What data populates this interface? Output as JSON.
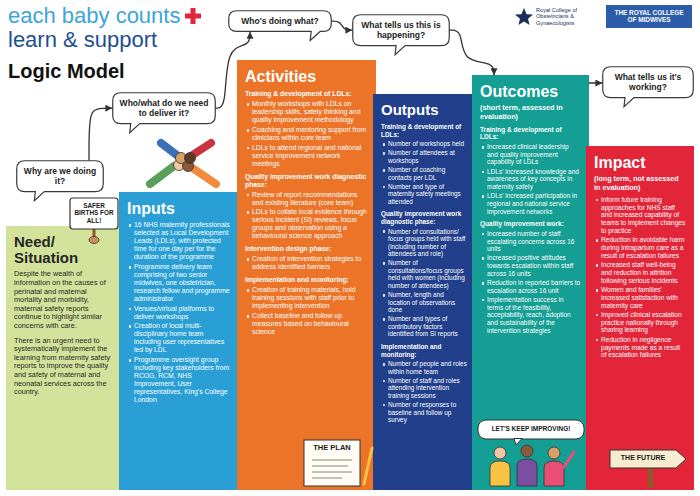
{
  "diagram": {
    "title": "each baby counts learn & support",
    "nodes": [
      {
        "text": [
          "Why are we doing it?"
        ]
      },
      {
        "text": [
          "Need/ Situation",
          "Despite the wealth of information on the causes of perinatal and maternal mortality and morbidity, maternal safety reports continue to highlight similar concerns with care.",
          "There is an urgent need to systematically implement the learning from maternity safety reports to improve the quality and safety of maternal and neonatal services across the country."
        ]
      },
      {
        "text": [
          "Who/what do we need to deliver it?"
        ]
      },
      {
        "text": [
          "Inputs",
          "16 NHS maternity professionals selected as Local Development Leads (LDLs), with protected time for one day per for the duration of the programme",
          "Programme delivery team comprising of two senior midwives, one obstetrician, research fellow and programme administrator",
          "Venues/virtual platforms to deliver workshops",
          "Creation of local multi-disciplinary home team including user representatives led by LDL",
          "Programme oversight group including key stakeholders from RCOG, RCM, NHS Improvement, User representatives, King's College London"
        ]
      },
      {
        "text": [
          "Who's doing what?"
        ]
      },
      {
        "text": [
          "Activities",
          "Training & development of LDLs:",
          "Monthly workshops with LDLs on leadership skills, safety thinking and quality improvement methodology",
          "Coaching and mentoring support from clinicians within core team",
          "LDLs to attend regional and national service improvement network meetings",
          "Quality improvement work diagnostic phase:",
          "Review of report recommendations and existing literature (core team)",
          "LDLs to collate local evidence through serious incident (SI) reviews, focus groups and observation using a behavioural science approach",
          "Intervention design phase:",
          "Creation of intervention strategies to address identified barriers",
          "Implementation and monitoring:",
          "Creation of training materials, hold training sessions with staff prior to implementing intervention",
          "Collect baseline and follow up measures based on behavioural science"
        ]
      },
      {
        "text": [
          "What tells us this is happening?"
        ]
      },
      {
        "text": [
          "Outputs",
          "Training & development of LDLs:",
          "Number of workshops held",
          "Number of attendees at workshops",
          "Number of coaching contacts per LDL",
          "Number and type of maternity safety meetings attended",
          "Quality improvement work diagnostic phase:",
          "Number of consultations/ focus groups held with staff (including number of attendees and role)",
          "Number of consultations/focus groups held with women (including number of attendees)",
          "Number, length and location of observations done",
          "Number and types of contributory factors identified from SI reports",
          "Implementation and monitoring:",
          "Number of people and roles within home team",
          "Number of staff and roles attending intervention training sessions",
          "Number of responses to baseline and follow up survey"
        ]
      },
      {
        "text": [
          "Outcomes",
          "(short term, assessed in evaluation)",
          "Training & development of LDLs:",
          "Increased clinical leadership and quality improvement capability of LDLs",
          "LDLs' increased knowledge and awareness of key concepts in maternity safety",
          "LDLs' increased participation in regional and national service improvement networks",
          "Quality improvement work:",
          "Increased number of staff escalating concerns across 16 units",
          "Increased positive attitudes towards escalation within staff across 16 units",
          "Reduction in reported barriers to escalation across 16 unit",
          "Implementation success in terms of the feasibility, acceptability, reach, adoption and sustainability of the intervention strategies"
        ]
      },
      {
        "text": [
          "What tells us it's working?"
        ]
      },
      {
        "text": [
          "Impact",
          "(long term, not assessed in evaluation)",
          "Inform future training approaches for NHS staff and increased capability of teams to implement changes to practice",
          "Reduction in avoidable harm during intrapartum care as a result of escalation failures",
          "Increased staff well-being and reduction in attrition following serious incidents",
          "Women and families' increased satisfaction with maternity care",
          "Improved clinical escalation practice nationally through sharing learning",
          "Reduction in negligence payments made as a result of escalation failures"
        ]
      }
    ],
    "edges": [
      {
        "from": 0,
        "to": 2,
        "arrow": "to"
      },
      {
        "from": 2,
        "to": 4,
        "arrow": "to"
      },
      {
        "from": 4,
        "to": 6,
        "arrow": "to"
      },
      {
        "from": 6,
        "to": 8,
        "arrow": "to"
      },
      {
        "from": 8,
        "to": 9,
        "arrow": "to"
      }
    ],
    "labels": [
      "Logic Model",
      "Royal College of Obstetricians & Gynaecologists",
      "THE ROYAL COLLEGE OF MIDWIVES",
      "SAFER BIRTHS FOR ALL!",
      "THE PLAN",
      "LET'S KEEP IMPROVING!",
      "THE FUTURE"
    ]
  }
}
